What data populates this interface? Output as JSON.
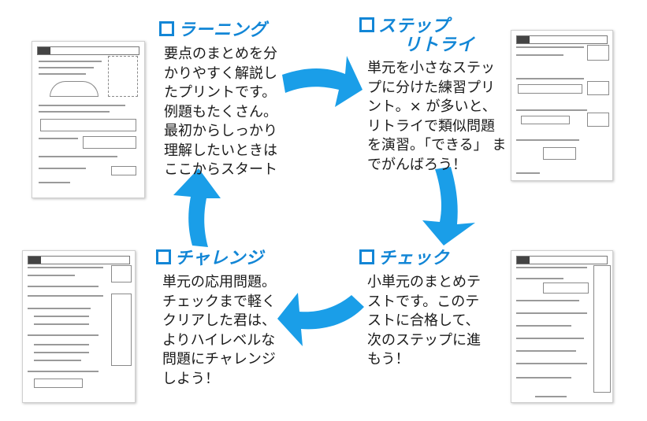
{
  "stages": [
    {
      "title": "ラーニング",
      "lines": [
        "要点のまとめを分",
        "かりやすく解説し",
        "たプリントです。",
        "例題もたくさん。",
        "最初からしっかり",
        "理解したいときは",
        "ここからスタート"
      ]
    },
    {
      "title_line1": "ステップ",
      "title_line2": "リトライ",
      "lines": [
        "単元を小さなステッ",
        "プに分けた練習プリ",
        "ント。× が多いと、",
        "リトライで類似問題",
        "を演習。「できる」 ま",
        "でがんばろう！"
      ]
    },
    {
      "title": "チェック",
      "lines": [
        "小単元のまとめテ",
        "ストです。このテ",
        "ストに合格して、",
        "次のステップに進",
        "もう！"
      ]
    },
    {
      "title": "チャレンジ",
      "lines": [
        "単元の応用問題。",
        "チェックまで軽く",
        "クリアした君は、",
        "よりハイレベルな",
        "問題にチャレンジ",
        "しよう！"
      ]
    }
  ],
  "icons": {
    "checkbox": "checkbox-icon",
    "arrow": "cycle-arrow-icon"
  },
  "colors": {
    "accent": "#1286d6",
    "arrow": "#1a9ee8",
    "text": "#1a1a1a"
  }
}
